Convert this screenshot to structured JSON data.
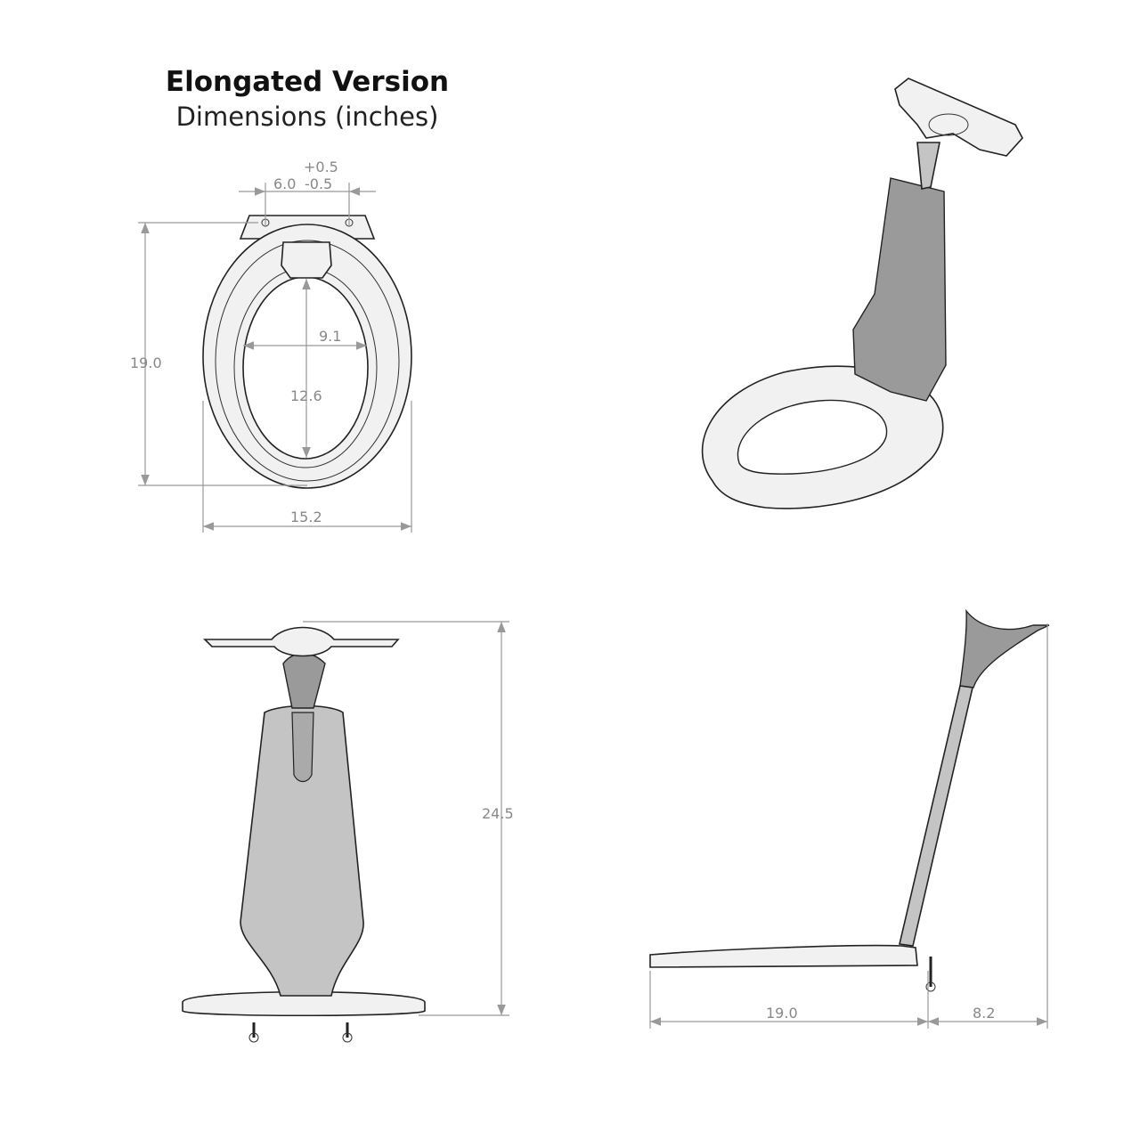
{
  "header": {
    "title": "Elongated Version",
    "subtitle": "Dimensions (inches)"
  },
  "top_view": {
    "hinge_spacing": "6.0",
    "hinge_tol_plus": "+0.5",
    "hinge_tol_minus": "-0.5",
    "length": "19.0",
    "width": "15.2",
    "opening_width": "9.1",
    "opening_length": "12.6"
  },
  "front_view": {
    "height": "24.5"
  },
  "side_view": {
    "seat_depth": "19.0",
    "overhang": "8.2"
  },
  "colors": {
    "line": "#222222",
    "dimension": "#888888",
    "panel": "#c4c4c4"
  }
}
